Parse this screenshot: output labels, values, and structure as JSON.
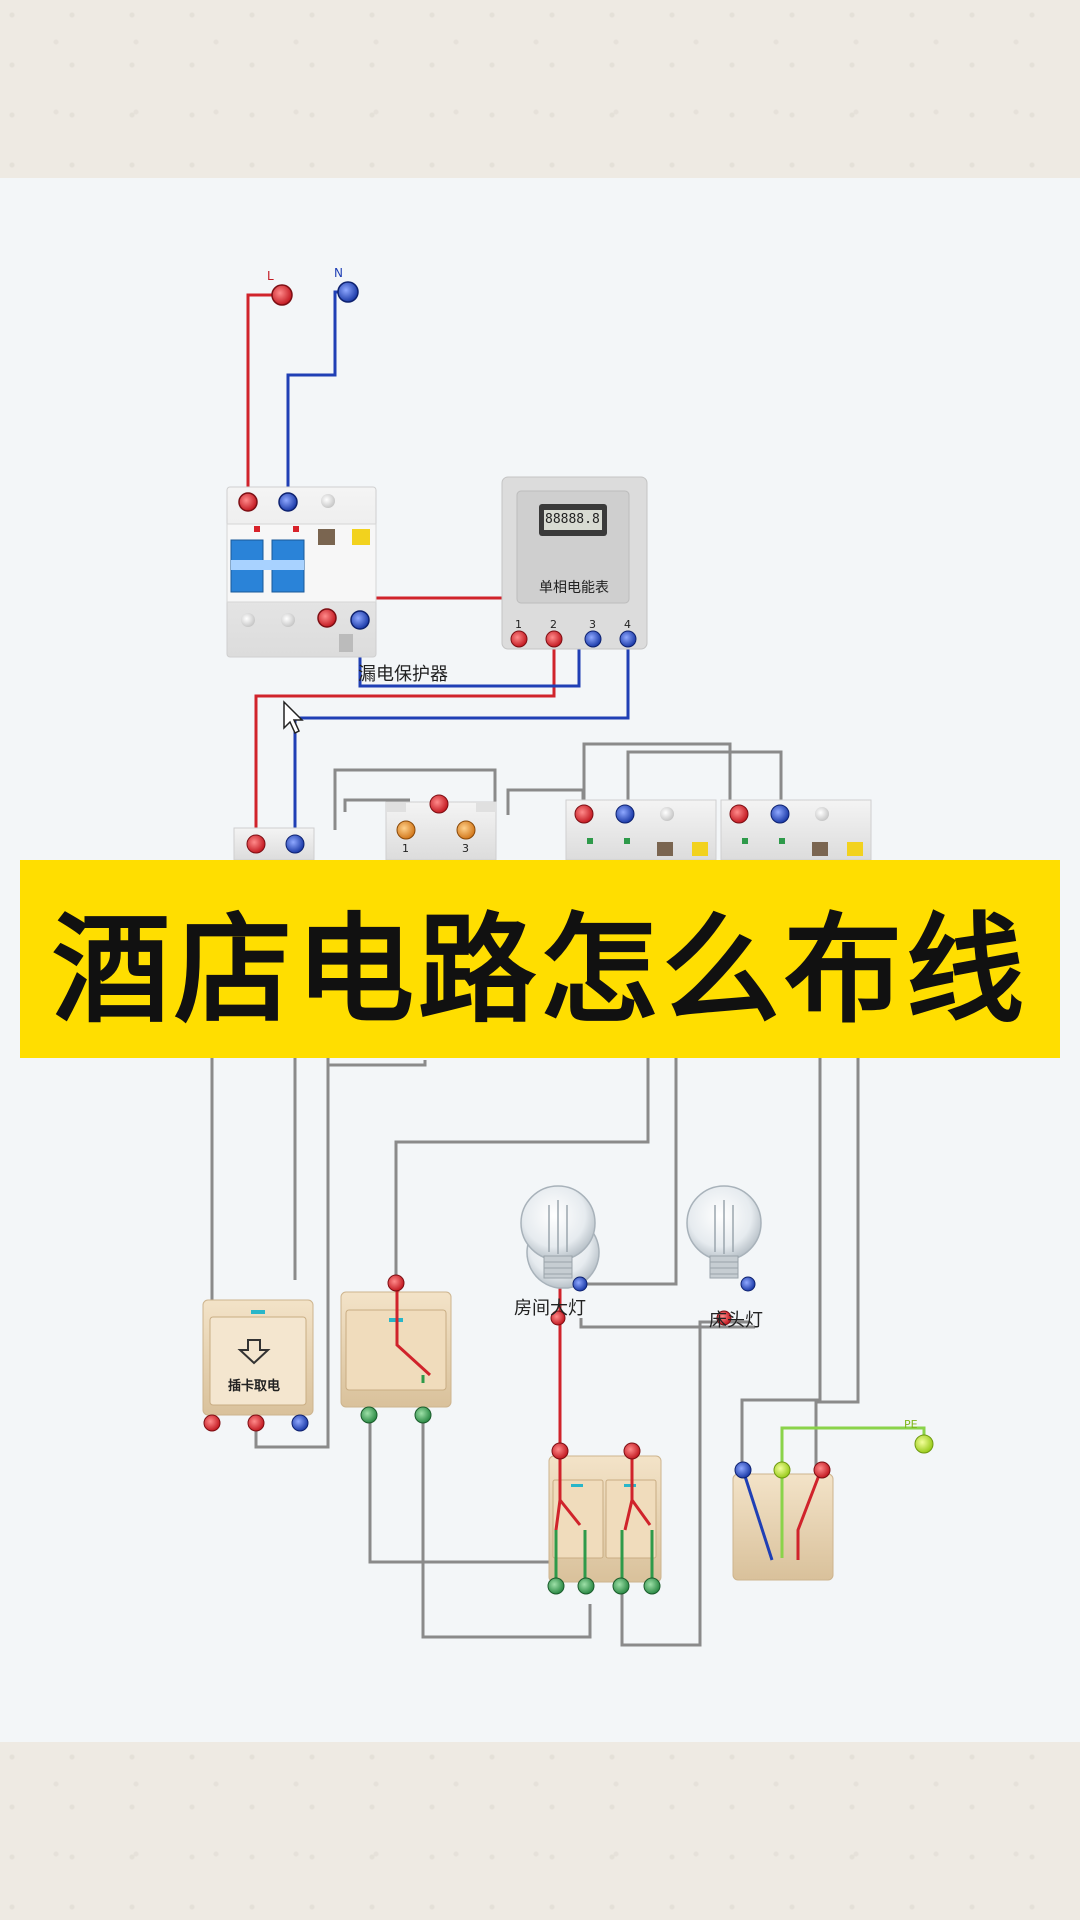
{
  "title": "酒店电路怎么布线",
  "labels": {
    "live": "L",
    "neutral": "N",
    "rcd": "漏电保护器",
    "meter": "单相电能表",
    "meter_display": "88888.8",
    "meter_terminals": [
      "1",
      "2",
      "3",
      "4"
    ],
    "contactor_terminals": [
      "1",
      "3"
    ],
    "card_switch": "插卡取电",
    "room_light": "房间大灯",
    "bed_light": "床头灯",
    "pe": "PE"
  },
  "colors": {
    "live": "#d0232b",
    "neutral": "#1f3fb5",
    "pe": "#8ad34a",
    "switched": "#2e9a4a",
    "control": "#8a8a8a",
    "banner": "#ffde00"
  }
}
